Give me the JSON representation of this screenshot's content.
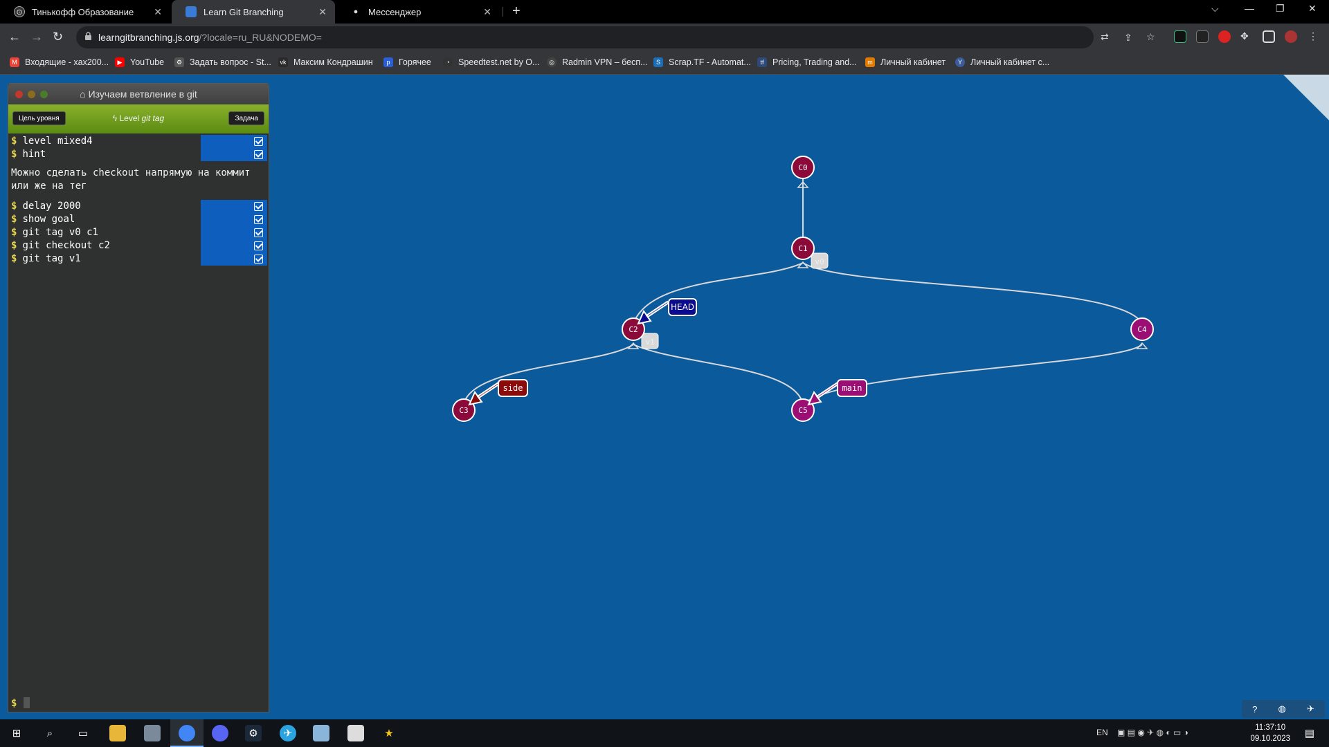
{
  "tabs": [
    {
      "title": "Тинькофф Образование",
      "favicon": "tinkoff-icon"
    },
    {
      "title": "Learn Git Branching",
      "favicon": "git-icon"
    },
    {
      "title": "Мессенджер",
      "favicon": "chat-icon"
    }
  ],
  "url": {
    "host": "learngitbranching.js.org",
    "path": "/?locale=ru_RU&NODEMO="
  },
  "bookmarks": [
    "Входящие - xax200...",
    "YouTube",
    "Задать вопрос - St...",
    "Максим Кондрашин",
    "Горячее",
    "Speedtest.net by O...",
    "Radmin VPN – бесп...",
    "Scrap.TF - Automat...",
    "Pricing, Trading and...",
    "Личный кабинет",
    "Личный кабинет с..."
  ],
  "terminal": {
    "title": "Изучаем ветвление в git",
    "goal_button": "Цель уровня",
    "task_button": "Задача",
    "level_prefix": "Level",
    "level_name": "git tag",
    "commands_before": [
      "level mixed4",
      "hint"
    ],
    "hint_text": "Можно сделать checkout напрямую на коммит или же на тег",
    "commands_after": [
      "delay 2000",
      "show goal",
      "git tag v0 c1",
      "git checkout c2",
      "git tag v1"
    ],
    "prompt": "$"
  },
  "graph": {
    "commits": [
      "C0",
      "C1",
      "C2",
      "C3",
      "C4",
      "C5"
    ],
    "tags": [
      "v0",
      "v1"
    ],
    "branches": [
      {
        "name": "HEAD",
        "color": "#0b0b8f"
      },
      {
        "name": "side",
        "color": "#8b0a0a"
      },
      {
        "name": "main",
        "color": "#9b0f75"
      }
    ],
    "commit_color": "#8b0a3a"
  },
  "taskbar": {
    "lang": "EN",
    "time": "11:37:10",
    "date": "09.10.2023"
  }
}
